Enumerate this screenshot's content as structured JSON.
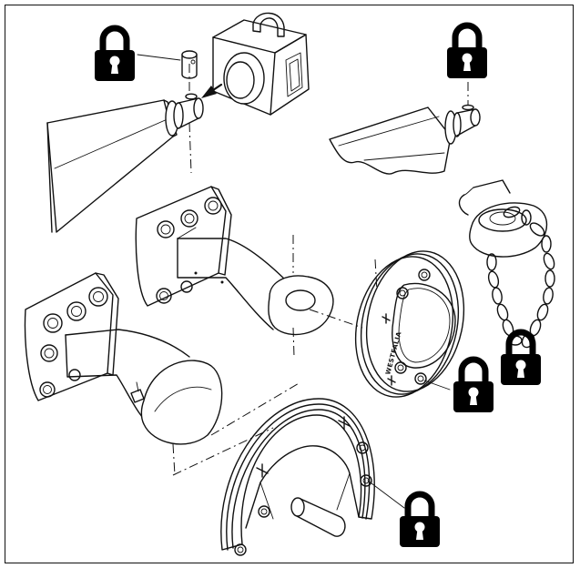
{
  "diagram": {
    "ring_brand_label": "WESTFALIA",
    "locks": [
      {
        "name": "padlock-pin",
        "icon": "padlock-icon"
      },
      {
        "name": "padlock-ball-neck",
        "icon": "padlock-icon"
      },
      {
        "name": "padlock-chain",
        "icon": "padlock-icon"
      },
      {
        "name": "padlock-ring",
        "icon": "padlock-icon"
      },
      {
        "name": "padlock-semicircle",
        "icon": "padlock-icon"
      }
    ],
    "colors": {
      "line": "#111111",
      "background": "#ffffff",
      "lock": "#000000"
    }
  }
}
